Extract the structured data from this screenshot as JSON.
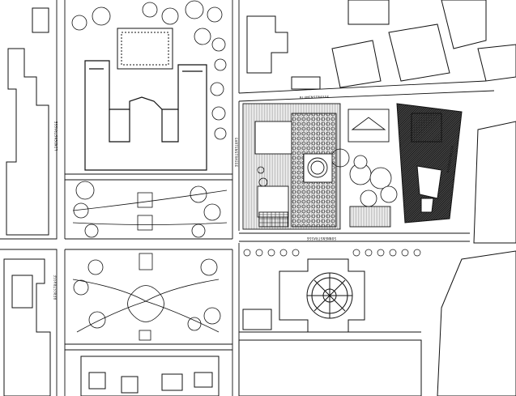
{
  "map": {
    "street_labels": [
      "BLUMENSTRASSE",
      "SONNENSTRASSE",
      "GARTENSTRASSE",
      "LINDENSTRASSE",
      "ROSENSTRASSE",
      "BERGSTRASSE"
    ],
    "colors": {
      "background": "#ffffff",
      "ink": "#111111",
      "hatch_dark": "#2a2a2a"
    }
  }
}
